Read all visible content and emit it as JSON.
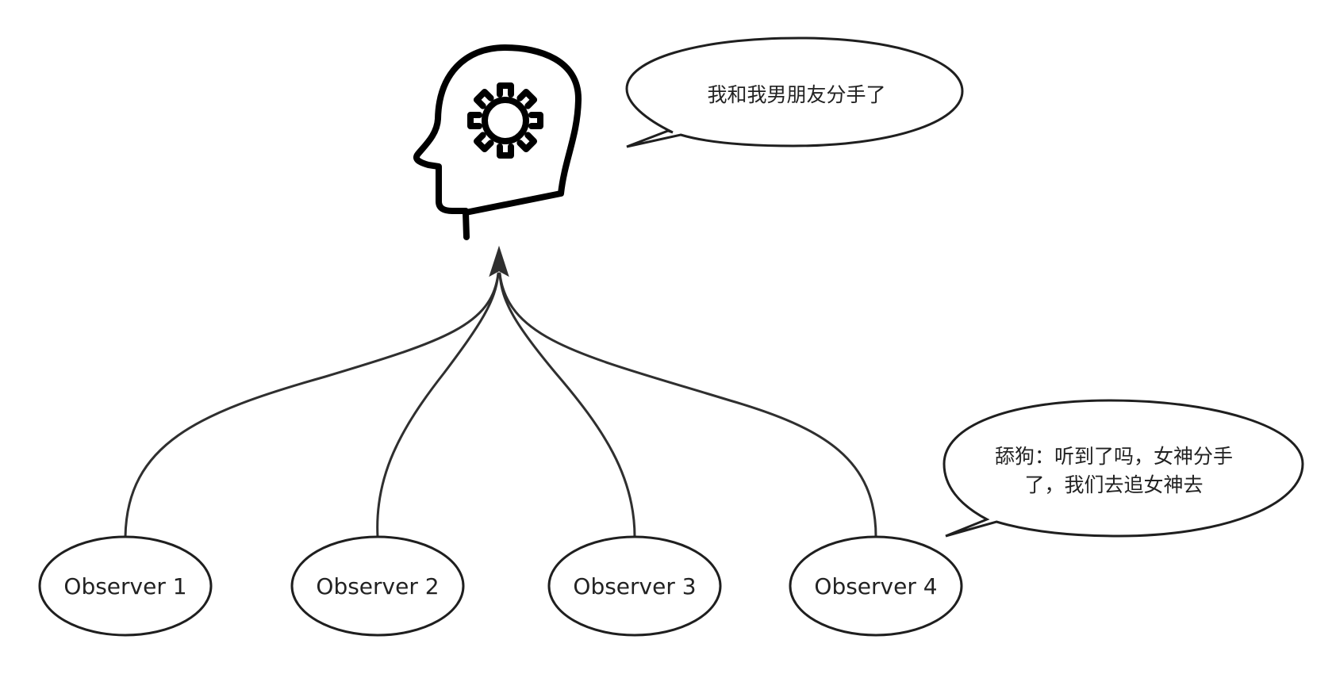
{
  "subject": {
    "icon": "head-gear-icon",
    "speech": "我和我男朋友分手了"
  },
  "observers": [
    {
      "label": "Observer 1"
    },
    {
      "label": "Observer 2"
    },
    {
      "label": "Observer 3"
    },
    {
      "label": "Observer 4"
    }
  ],
  "observer_speech": {
    "line1": "舔狗：听到了吗，女神分手",
    "line2": "了，我们去追女神去"
  }
}
